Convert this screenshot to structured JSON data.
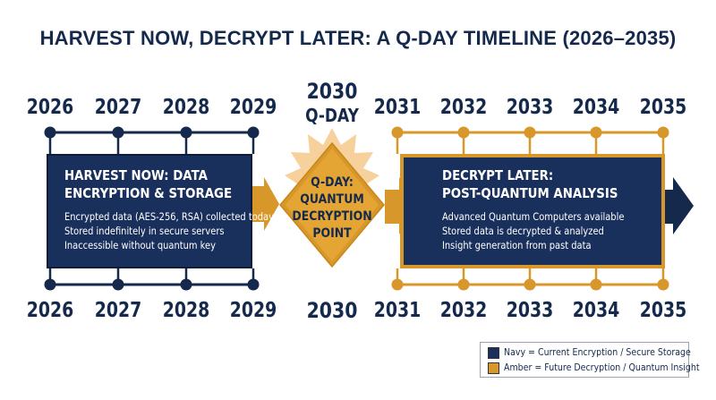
{
  "title": "HARVEST NOW, DECRYPT LATER: A Q-DAY TIMELINE (2026–2035)",
  "colors": {
    "navy": "#1a305c",
    "amber": "#d8972a",
    "text": "#15294d"
  },
  "top_years_left": [
    "2026",
    "2027",
    "2028",
    "2029"
  ],
  "top_years_right": [
    "2031",
    "2032",
    "2033",
    "2034",
    "2035"
  ],
  "bottom_years_left": [
    "2026",
    "2027",
    "2028",
    "2029"
  ],
  "bottom_years_right": [
    "2031",
    "2032",
    "2033",
    "2034",
    "2035"
  ],
  "qday": {
    "top_year": "2030",
    "top_label": "Q-DAY",
    "center_lines": [
      "Q-DAY:",
      "QUANTUM",
      "DECRYPTION",
      "POINT"
    ],
    "bottom_year": "2030"
  },
  "harvest_panel": {
    "title_lines": [
      "HARVEST NOW: DATA",
      "ENCRYPTION & STORAGE"
    ],
    "lines": [
      "Encrypted data (AES-256, RSA) collected today",
      "Stored indefinitely in secure servers",
      "Inaccessible without quantum key"
    ],
    "icons": [
      "lock-icon",
      "server-icon"
    ]
  },
  "decrypt_panel": {
    "title_lines": [
      "DECRYPT LATER:",
      "POST-QUANTUM ANALYSIS"
    ],
    "lines": [
      "Advanced Quantum Computers available",
      "Stored data is decrypted & analyzed",
      "Insight generation from past data"
    ],
    "icons": [
      "unlock-icon",
      "magnifier-pulse-icon"
    ]
  },
  "legend": [
    {
      "color": "#1a305c",
      "label": "Navy = Current Encryption / Secure Storage"
    },
    {
      "color": "#d8972a",
      "label": "Amber = Future Decryption / Quantum Insight"
    }
  ]
}
